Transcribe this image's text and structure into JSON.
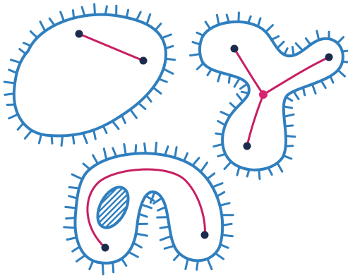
{
  "colors": {
    "background": "#ffffff",
    "outline": "#2f7fbf",
    "edge": "#c81e63",
    "vertex": "#1c2b4b",
    "junction": "#d6246e"
  },
  "diagram": {
    "shapes": [
      {
        "name": "oval-shape",
        "vertices": 2,
        "edges": 1,
        "holes": 0
      },
      {
        "name": "y-shape",
        "vertices": 3,
        "junctions": 1,
        "edges": 3,
        "holes": 0
      },
      {
        "name": "arch-shape",
        "vertices": 2,
        "edges": 1,
        "holes": 1
      }
    ]
  }
}
